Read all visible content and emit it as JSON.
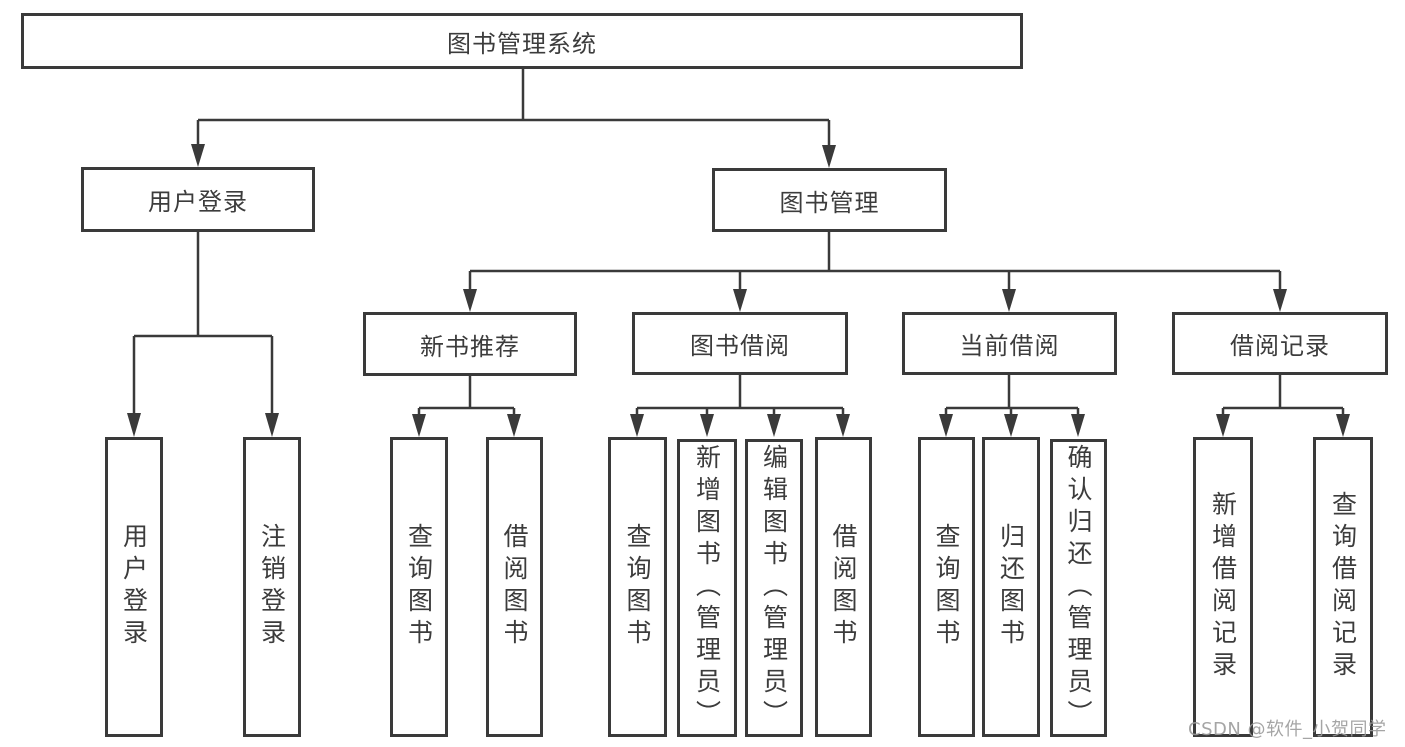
{
  "diagram": {
    "title": "图书管理系统",
    "tree": {
      "root": "图书管理系统",
      "children": [
        {
          "label": "用户登录",
          "children": [
            "用户登录",
            "注销登录"
          ]
        },
        {
          "label": "图书管理",
          "children": [
            {
              "label": "新书推荐",
              "children": [
                "查询图书",
                "借阅图书"
              ]
            },
            {
              "label": "图书借阅",
              "children": [
                "查询图书",
                "新增图书（管理员）",
                "编辑图书（管理员）",
                "借阅图书"
              ]
            },
            {
              "label": "当前借阅",
              "children": [
                "查询图书",
                "归还图书",
                "确认归还（管理员）"
              ]
            },
            {
              "label": "借阅记录",
              "children": [
                "新增借阅记录",
                "查询借阅记录"
              ]
            }
          ]
        }
      ]
    },
    "nodes": {
      "root": "图书管理系统",
      "user_login": "用户登录",
      "book_management": "图书管理",
      "new_book_recommend": "新书推荐",
      "book_borrow": "图书借阅",
      "current_borrow": "当前借阅",
      "borrow_record": "借阅记录",
      "ul_user_login": "用户登录",
      "ul_logout": "注销登录",
      "nb_query_book": "查询图书",
      "nb_borrow_book": "借阅图书",
      "bb_query_book": "查询图书",
      "bb_add_book": "新增图书（管理员）",
      "bb_edit_book": "编辑图书（管理员）",
      "bb_borrow_book": "借阅图书",
      "cb_query_book": "查询图书",
      "cb_return_book": "归还图书",
      "cb_confirm_return": "确认归还（管理员）",
      "br_add_record": "新增借阅记录",
      "br_query_record": "查询借阅记录"
    }
  },
  "watermark": "CSDN @软件_小贺同学",
  "colors": {
    "line": "#3a3a3a",
    "text": "#3c3c3c",
    "background": "#ffffff",
    "watermark": "#9b9b9b"
  }
}
